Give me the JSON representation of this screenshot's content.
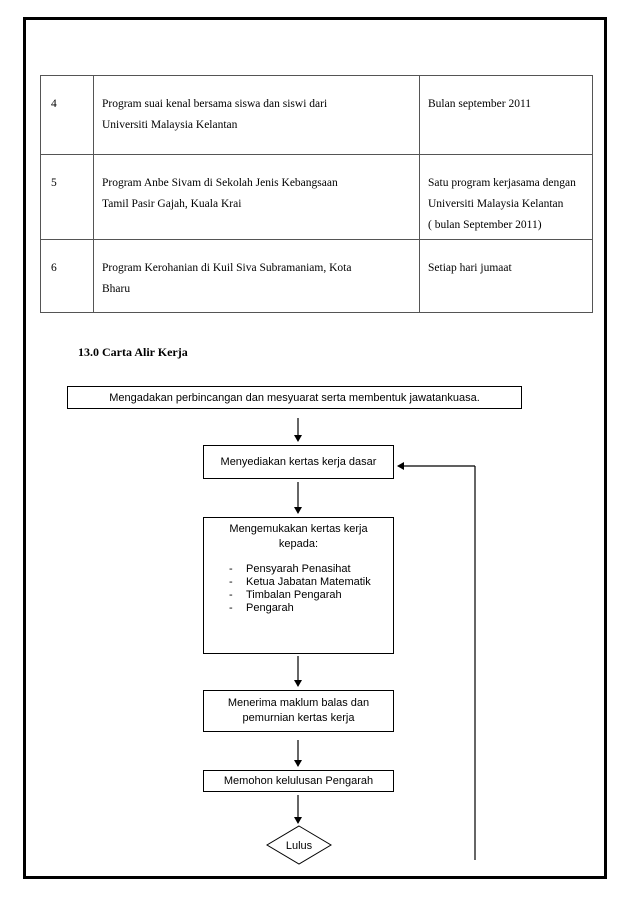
{
  "table": {
    "rows": [
      {
        "num": "4",
        "program": [
          "Program suai kenal bersama siswa dan siswi dari",
          "Universiti Malaysia Kelantan"
        ],
        "date": [
          "Bulan september 2011"
        ]
      },
      {
        "num": "5",
        "program": [
          "Program Anbe Sivam di Sekolah Jenis Kebangsaan",
          "Tamil Pasir Gajah, Kuala Krai"
        ],
        "date": [
          "Satu program kerjasama dengan",
          "Universiti Malaysia Kelantan",
          "( bulan September 2011)"
        ]
      },
      {
        "num": "6",
        "program": [
          "Program Kerohanian di Kuil Siva Subramaniam, Kota",
          "Bharu"
        ],
        "date": [
          "Setiap hari jumaat"
        ]
      }
    ]
  },
  "section_title": "13.0 Carta Alir Kerja",
  "flow": {
    "step1": "Mengadakan perbincangan dan mesyuarat serta membentuk jawatankuasa.",
    "step2": "Menyediakan kertas kerja dasar",
    "step3_title": [
      "Mengemukakan kertas kerja",
      "kepada:"
    ],
    "step3_list": [
      "Pensyarah Penasihat",
      "Ketua Jabatan Matematik",
      "Timbalan Pengarah",
      "Pengarah"
    ],
    "step4": [
      "Menerima maklum balas dan",
      "pemurnian kertas kerja"
    ],
    "step5": "Memohon kelulusan Pengarah",
    "decision": "Lulus"
  }
}
